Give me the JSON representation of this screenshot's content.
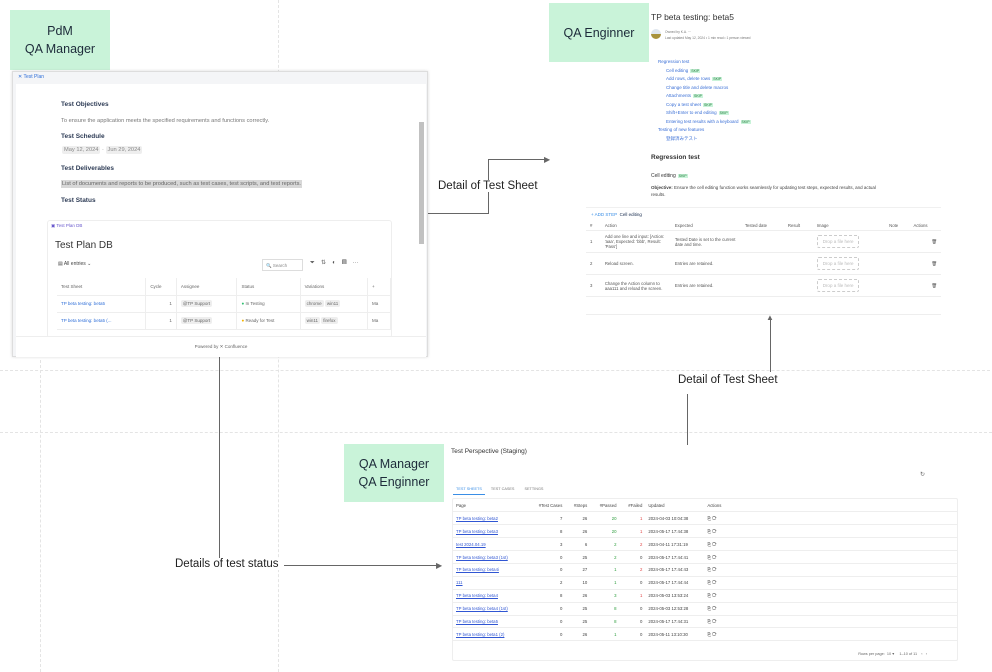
{
  "roles": {
    "pdm": [
      "PdM",
      "QA Manager"
    ],
    "qa_engineer": [
      "QA Enginner"
    ],
    "both": [
      "QA Manager",
      "QA Enginner"
    ]
  },
  "labels": {
    "detail1": "Detail of Test Sheet",
    "detail2": "Detail of Test Sheet",
    "status": "Details of test status"
  },
  "test_plan": {
    "tab": "Test Plan",
    "objectives_h": "Test Objectives",
    "objectives": "To ensure the application meets the specified requirements and functions correctly.",
    "schedule_h": "Test Schedule",
    "start": "May 12, 2024",
    "end": "Jun 29, 2024",
    "deliverables_h": "Test Deliverables",
    "deliverables": "List of documents and reports to be produced, such as test cases, test scripts, and test reports.",
    "status_h": "Test Status",
    "db_tag": "Test Plan DB",
    "db_title": "Test Plan DB",
    "all_entries": "All entries",
    "search": "Search",
    "columns": [
      "Test Sheet",
      "Cycle",
      "Assignee",
      "Status",
      "Variations"
    ],
    "rows": [
      {
        "sheet": "TP beta testing: beta5",
        "cycle": "1",
        "assignee": "@TP Support",
        "status": "In Testing",
        "status_color": "#2fbf71",
        "vars": [
          "chrome",
          "win11"
        ],
        "more": "Ma"
      },
      {
        "sheet": "TP beta testing: beta5 (...",
        "cycle": "1",
        "assignee": "@TP Support",
        "status": "Ready for Test",
        "status_color": "#f5b400",
        "vars": [
          "win11",
          "firefox"
        ],
        "more": "Ma"
      }
    ],
    "powered": "Powered by",
    "confluence": "Confluence"
  },
  "sheet": {
    "title": "TP beta testing: beta5",
    "owner": "Owned by K.A. ···",
    "meta": "Last updated May 12, 2024 • 1 min read • 1 person viewed",
    "toc": [
      {
        "t": "Regression test",
        "l": 0
      },
      {
        "t": "Cell editing",
        "l": 1,
        "s": true
      },
      {
        "t": "Add rows, delete rows",
        "l": 1,
        "s": true
      },
      {
        "t": "Change title and delete macros",
        "l": 1
      },
      {
        "t": "Attachments",
        "l": 1,
        "s": true
      },
      {
        "t": "Copy a test sheet",
        "l": 1,
        "s": true
      },
      {
        "t": "Shift+Enter to end editing",
        "l": 1,
        "s": true
      },
      {
        "t": "Entering test results with a keyboard",
        "l": 1,
        "s": true
      },
      {
        "t": "Testing of new features",
        "l": 0
      },
      {
        "t": "登録済みテスト",
        "l": 1
      }
    ],
    "skip": "SKIP",
    "section": "Regression test",
    "case": "Cell editing",
    "objective_b": "Objective:",
    "objective": "Ensure the cell editing function works seamlessly for updating test steps, expected results, and actual results.",
    "add_step": "+ ADD STEP",
    "step_title": "Cell editing",
    "columns": [
      "#",
      "Action",
      "Expected",
      "Tested date",
      "Result",
      "Image",
      "Note",
      "Actions"
    ],
    "drop": "Drop a file here",
    "steps": [
      {
        "n": "1",
        "a": "Add one line and input: [Action: 'aaa', Expected: 'bbb', Result: 'Pass']",
        "e": "Tested Date is set to the current date and time."
      },
      {
        "n": "2",
        "a": "Reload screen.",
        "e": "Entries are retained."
      },
      {
        "n": "3",
        "a": "Change the Action column to aaa111 and reload the screen.",
        "e": "Entries are retained."
      }
    ]
  },
  "perspective": {
    "title": "Test Perspective (Staging)",
    "tabs": [
      "TEST SHEETS",
      "TEST CASES",
      "SETTINGS"
    ],
    "columns": [
      "Page",
      "#Test Cases",
      "#Steps",
      "#Passed",
      "#Failed",
      "Updated",
      "Actions"
    ],
    "rows": [
      [
        "TP beta testing: beta2",
        "7",
        "26",
        "20",
        "1",
        "2024-04-03 10:04:38"
      ],
      [
        "TP beta testing: beta3",
        "8",
        "26",
        "20",
        "1",
        "2024-05-17 17:44:38"
      ],
      [
        "test 2024.04.19",
        "3",
        "6",
        "2",
        "2",
        "2024-04-11 17:31:19"
      ],
      [
        "TP beta testing: beta3 (1st)",
        "0",
        "25",
        "2",
        "0",
        "2024-05-17 17:44:41"
      ],
      [
        "TP beta testing: beta4i",
        "0",
        "27",
        "1",
        "2",
        "2024-05-17 17:44:43"
      ],
      [
        "111",
        "2",
        "10",
        "1",
        "0",
        "2024-05-17 17:44:44"
      ],
      [
        "TP beta testing: beta4",
        "8",
        "26",
        "3",
        "1",
        "2024-05-03 13:53:24"
      ],
      [
        "TP beta testing: beta4 (1st)",
        "0",
        "25",
        "8",
        "0",
        "2024-05-03 12:53:28"
      ],
      [
        "TP beta testing: beta5",
        "0",
        "25",
        "8",
        "0",
        "2024-05-17 17:44:31"
      ],
      [
        "TP beta testing: beta1 (2)",
        "0",
        "26",
        "1",
        "0",
        "2024-05-11 13:10:30"
      ]
    ],
    "rows_per_page": "Rows per page:",
    "rpp": "10",
    "range": "1–10 of 11",
    "colors": {
      "passed": "#2e9e3e",
      "failed": "#e04848"
    }
  }
}
